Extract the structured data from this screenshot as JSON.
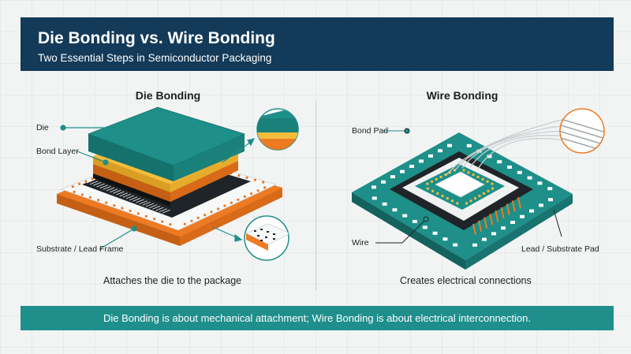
{
  "header": {
    "title": "Die Bonding vs. Wire Bonding",
    "subtitle": "Two Essential Steps in Semiconductor Packaging"
  },
  "die_bonding": {
    "title": "Die Bonding",
    "labels": {
      "die": "Die",
      "bond_layer": "Bond Layer",
      "substrate": "Substrate / Lead Frame"
    },
    "caption": "Attaches the die to the package"
  },
  "wire_bonding": {
    "title": "Wire Bonding",
    "labels": {
      "bond_pad": "Bond Pad",
      "wire": "Wire",
      "lead_pad": "Lead / Substrate Pad"
    },
    "caption": "Creates electrical connections"
  },
  "footer": {
    "summary": "Die Bonding is about mechanical attachment; Wire Bonding is about electrical interconnection."
  },
  "colors": {
    "navy": "#133a58",
    "teal": "#1f8f8c",
    "orange": "#ee7a22",
    "yellow": "#f4bd3c",
    "dark": "#1f2428"
  }
}
